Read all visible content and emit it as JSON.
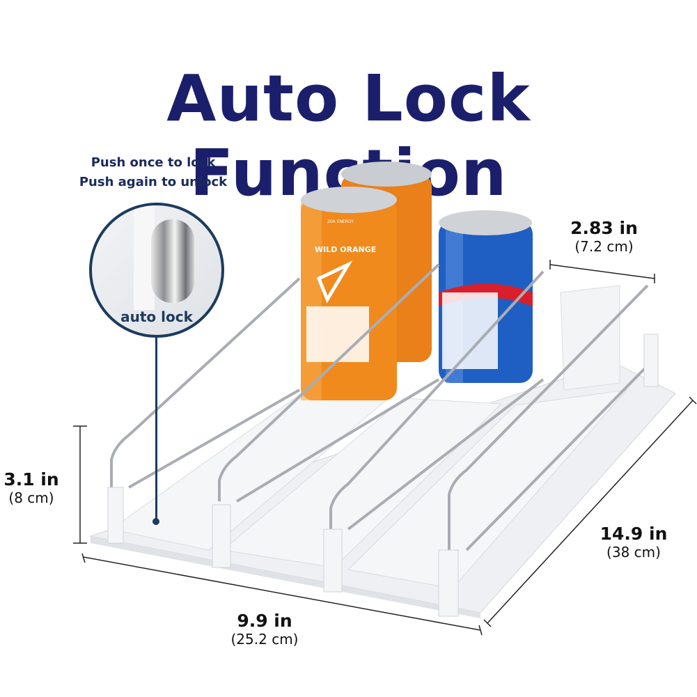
{
  "title": "Auto Lock Function",
  "callout": {
    "line1": "Push once to lock",
    "line2": "Push again to unlock",
    "circle_label": "auto lock"
  },
  "dimensions": {
    "width_top": {
      "value": "2.83 in",
      "metric": "(7.2 cm)"
    },
    "height": {
      "value": "3.1 in",
      "metric": "(8 cm)"
    },
    "depth": {
      "value": "14.9 in",
      "metric": "(38 cm)"
    },
    "width_bottom": {
      "value": "9.9 in",
      "metric": "(25.2 cm)"
    }
  },
  "cans": {
    "orange_brand": "20A ENERGY",
    "orange_flavor": "WILD ORANGE"
  },
  "colors": {
    "title": "#1b1f6b",
    "accent": "#1c3b5e",
    "orange_can": "#f08a1c",
    "blue_can": "#1f5fc4"
  }
}
